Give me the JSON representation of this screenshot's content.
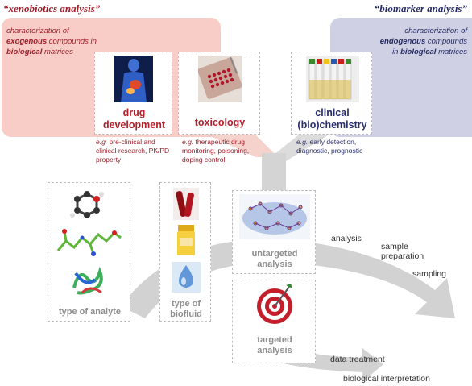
{
  "regions": {
    "xenobiotics": {
      "title": "“xenobiotics analysis”",
      "desc_pre": "characterization of",
      "desc_bold1": "exogenous",
      "desc_mid": " compounds in",
      "desc_bold2": "biological",
      "desc_post": " matrices",
      "color": "#f8cdc7",
      "text_color": "#9e1f2a"
    },
    "biomarker": {
      "title": "“biomarker analysis”",
      "desc_pre": "characterization of",
      "desc_bold1": "endogenous",
      "desc_mid": " compounds",
      "desc_pre2": "in ",
      "desc_bold2": "biological",
      "desc_post": " matrices",
      "color": "#cfd0e3",
      "text_color": "#242a63"
    }
  },
  "applications": {
    "drug_development": {
      "label_line1": "drug",
      "label_line2": "development",
      "example_prefix": "e.g.",
      "example_text": " pre-clinical and clinical research, PK/PD property"
    },
    "toxicology": {
      "label": "toxicology",
      "example_prefix": "e.g.",
      "example_text": " therapeutic drug monitoring, poisoning, doping control"
    },
    "clinical": {
      "label_line1": "clinical",
      "label_line2": "(bio)chemistry",
      "example_prefix": "e.g.",
      "example_text": " early detection, diagnostic, prognostic"
    }
  },
  "analysis_boxes": {
    "analyte": "type of analyte",
    "biofluid_line1": "type of",
    "biofluid_line2": "biofluid",
    "untargeted_line1": "untargeted",
    "untargeted_line2": "analysis",
    "targeted_line1": "targeted",
    "targeted_line2": "analysis"
  },
  "workflow_steps": {
    "analysis": "analysis",
    "sample_preparation_line1": "sample",
    "sample_preparation_line2": "preparation",
    "sampling": "sampling",
    "data_treatment": "data treatment",
    "biological_interpretation": "biological interpretation"
  },
  "colors": {
    "arrow_gray": "#c9c9c9",
    "red_accent": "#b3202b",
    "blue_accent": "#2a2f6e"
  }
}
